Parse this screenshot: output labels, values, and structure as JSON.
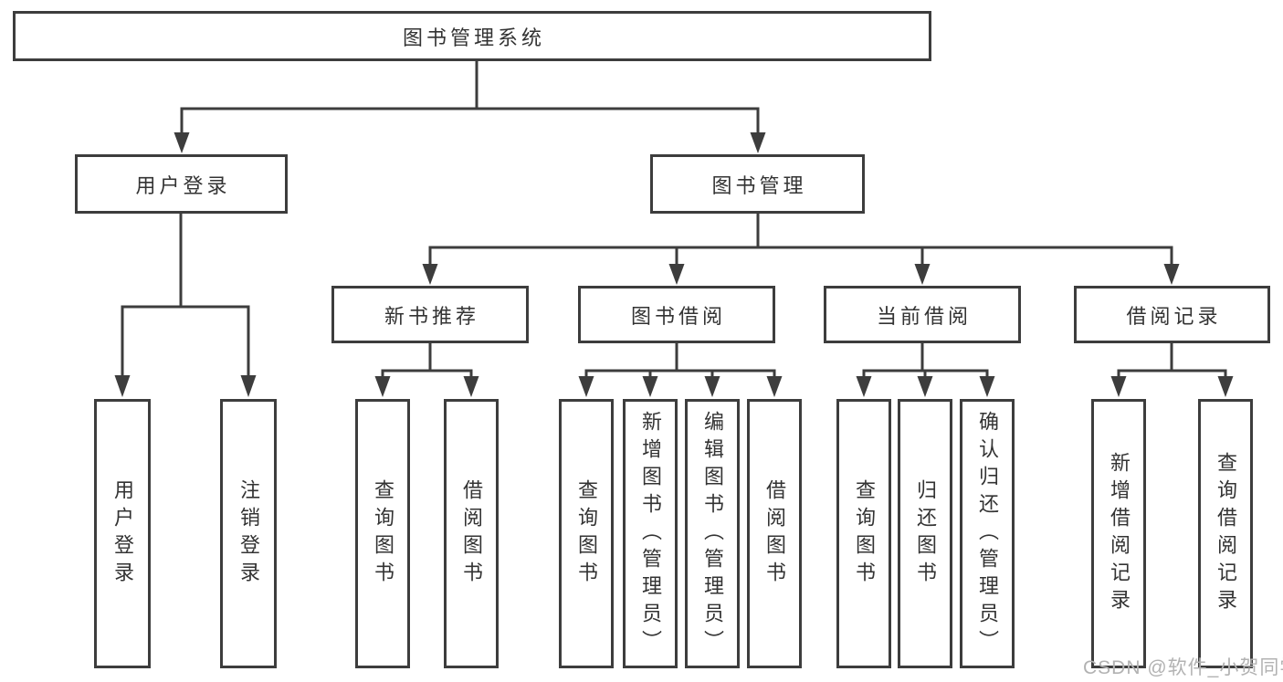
{
  "diagram": {
    "title": "图书管理系统",
    "type": "hierarchy-tree",
    "colors": {
      "line": "#3d3d3d",
      "box_border": "#3d3d3d",
      "text": "#333333",
      "background": "#ffffff",
      "watermark": "#b2b2b2"
    }
  },
  "nodes": {
    "root": "图书管理系统",
    "user_login": "用户登录",
    "book_mgmt": "图书管理",
    "new_book": "新书推荐",
    "book_borrow": "图书借阅",
    "current_borrow": "当前借阅",
    "borrow_record": "借阅记录",
    "leaf_user_login": "用户登录",
    "leaf_logout": "注销登录",
    "leaf_nb_query": "查询图书",
    "leaf_nb_borrow": "借阅图书",
    "leaf_bb_query": "查询图书",
    "leaf_bb_add": "新增图书（管理员）",
    "leaf_bb_edit": "编辑图书（管理员）",
    "leaf_bb_borrow": "借阅图书",
    "leaf_cb_query": "查询图书",
    "leaf_cb_return": "归还图书",
    "leaf_cb_confirm": "确认归还（管理员）",
    "leaf_br_add": "新增借阅记录",
    "leaf_br_query": "查询借阅记录"
  },
  "hierarchy": {
    "图书管理系统": [
      "用户登录",
      "图书管理"
    ],
    "用户登录": [
      "用户登录",
      "注销登录"
    ],
    "图书管理": [
      "新书推荐",
      "图书借阅",
      "当前借阅",
      "借阅记录"
    ],
    "新书推荐": [
      "查询图书",
      "借阅图书"
    ],
    "图书借阅": [
      "查询图书",
      "新增图书（管理员）",
      "编辑图书（管理员）",
      "借阅图书"
    ],
    "当前借阅": [
      "查询图书",
      "归还图书",
      "确认归还（管理员）"
    ],
    "借阅记录": [
      "新增借阅记录",
      "查询借阅记录"
    ]
  },
  "watermark": "CSDN @软件_小贺同学"
}
